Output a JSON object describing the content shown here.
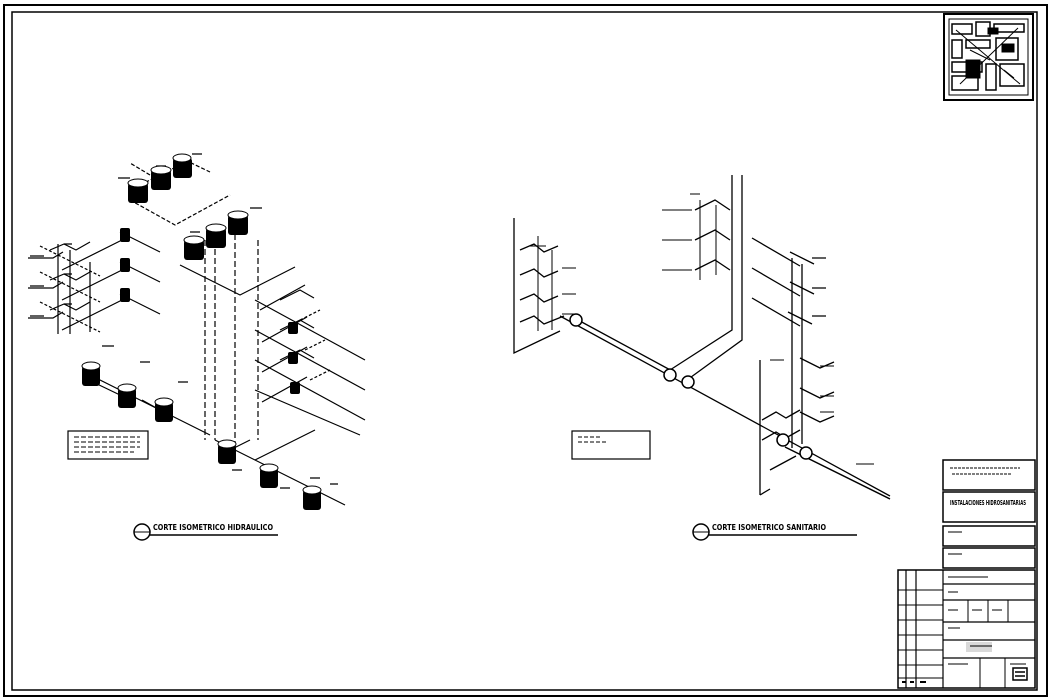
{
  "sheet": {
    "view_left_title": "CORTE ISOMETRICO HIDRAULICO",
    "view_right_title": "CORTE ISOMETRICO SANITARIO",
    "title_block_project": "INSTALACIONES HIDROSANITARIAS"
  },
  "colors": {
    "ink": "#000000",
    "paper": "#ffffff"
  },
  "icons": [
    "location-map-icon",
    "section-marker-icon"
  ]
}
